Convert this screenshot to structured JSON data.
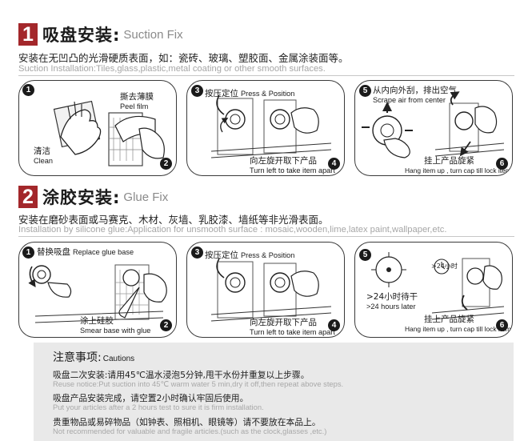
{
  "section1": {
    "number": "1",
    "title_cn": "吸盘安装:",
    "title_en": "Suction Fix",
    "desc_cn": "安装在无凹凸的光滑硬质表面，如：瓷砖、玻璃、塑胶面、金属涂装面等。",
    "desc_en": "Suction Installation:Tiles,glass,plastic,metal coating or other smooth surfaces.",
    "panels": [
      {
        "steps": [
          "1",
          "2"
        ],
        "labels": [
          {
            "cn": "撕去薄膜",
            "en": "Peel film"
          },
          {
            "cn": "清洁",
            "en": "Clean"
          }
        ]
      },
      {
        "steps": [
          "3",
          "4"
        ],
        "labels": [
          {
            "cn": "按压定位",
            "en": "Press & Position"
          },
          {
            "cn": "向左旋开取下产品",
            "en": "Turn left to take item apart"
          }
        ]
      },
      {
        "steps": [
          "5",
          "6"
        ],
        "labels": [
          {
            "cn": "从内向外刮，排出空气",
            "en": "Scrape air from center"
          },
          {
            "cn": "挂上产品旋紧",
            "en": "Hang item up , turn cap till lock item"
          }
        ]
      }
    ]
  },
  "section2": {
    "number": "2",
    "title_cn": "涂胶安装:",
    "title_en": "Glue Fix",
    "desc_cn": "安装在磨砂表面或马赛克、木材、灰墙、乳胶漆、墙纸等非光滑表面。",
    "desc_en": "Installation by silicone glue:Application for unsmooth surface : mosaic,wooden,lime,latex paint,wallpaper,etc.",
    "panels": [
      {
        "steps": [
          "1",
          "2"
        ],
        "labels": [
          {
            "cn": "替换吸盘",
            "en": "Replace glue base"
          },
          {
            "cn": "涂上硅胶",
            "en": "Smear base with glue"
          }
        ]
      },
      {
        "steps": [
          "3",
          "4"
        ],
        "labels": [
          {
            "cn": "按压定位",
            "en": "Press & Position"
          },
          {
            "cn": "向左旋开取下产品",
            "en": "Turn left to take item apart"
          }
        ]
      },
      {
        "steps": [
          "5",
          "6"
        ],
        "clock_label": ">24小时",
        "labels": [
          {
            "cn": ">24小时待干",
            "en": ">24 hours later"
          },
          {
            "cn": "挂上产品旋紧",
            "en": "Hang item up , turn cap till lock item"
          }
        ]
      }
    ]
  },
  "notice": {
    "title_cn": "注意事项:",
    "title_en": "Cautions",
    "items": [
      {
        "cn": "吸盘二次安装:请用45℃温水浸泡5分钟,甩干水份并重复以上步骤。",
        "en": "Reuse notice:Put suction into 45℃ warm water 5 min,dry it off,then repeat above steps."
      },
      {
        "cn": "吸盘产品安装完成，请空置2小时确认牢固后使用。",
        "en": "Put your articles after a 2 hours test to sure it is firm installation."
      },
      {
        "cn": "贵重物品或易碎物品（如钟表、照相机、眼镜等）请不要放在本品上。",
        "en": "Not recommended for valuable and fragile articles.(such as the clock,glasses ,etc.)"
      }
    ]
  },
  "colors": {
    "accent": "#a3272b",
    "panel_border": "#3a3a3a",
    "notice_bg": "#e9e9e9"
  }
}
